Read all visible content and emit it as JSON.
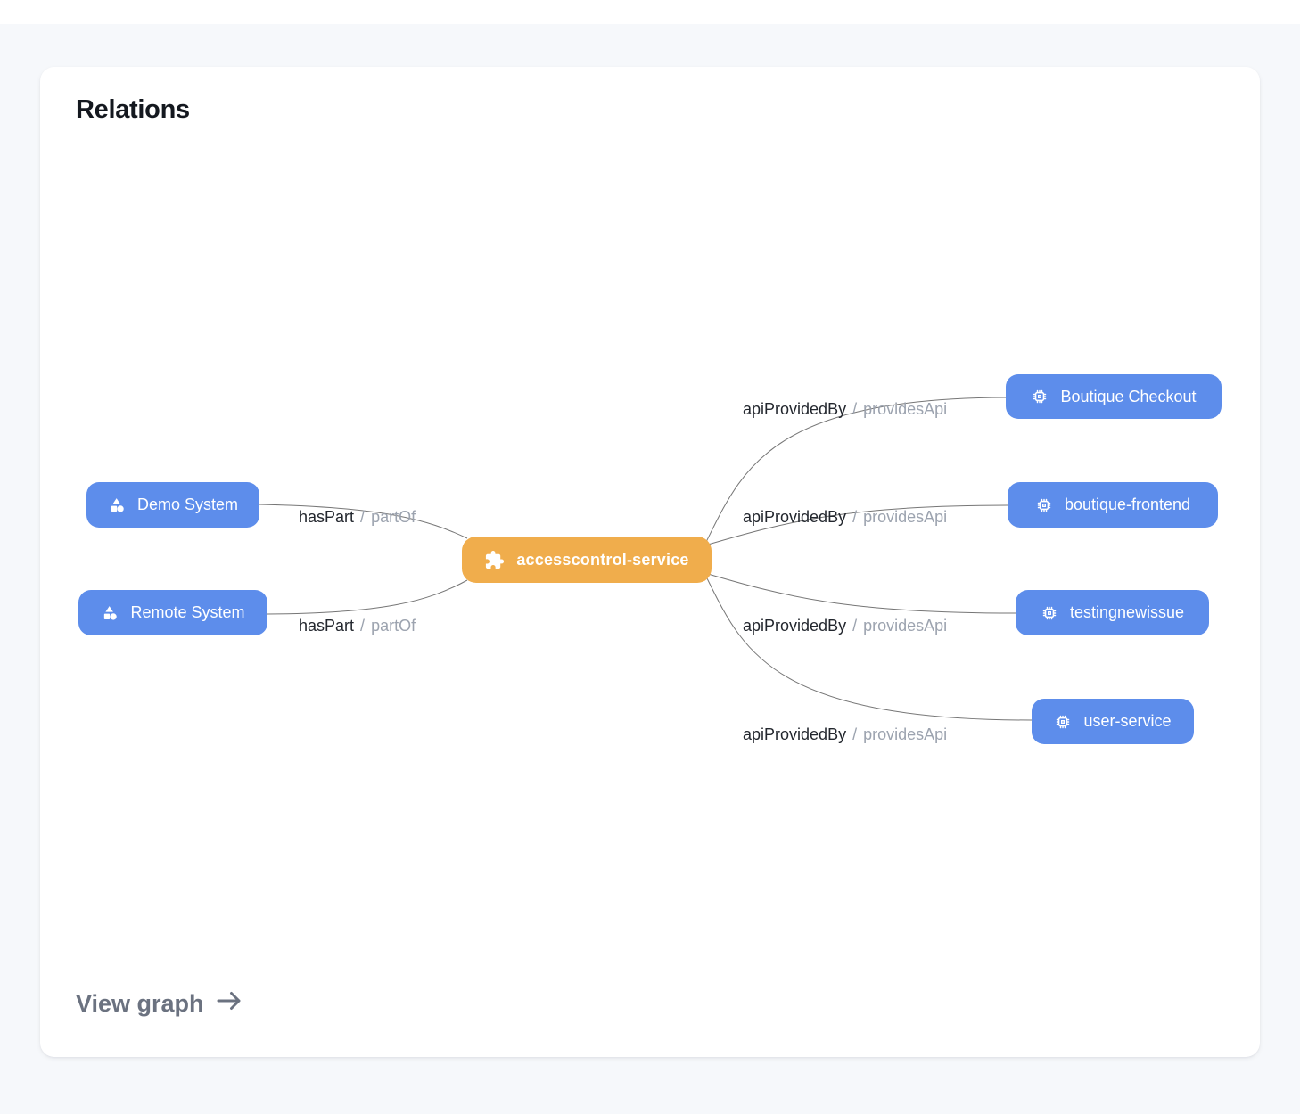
{
  "card": {
    "title": "Relations",
    "view_graph_label": "View graph"
  },
  "colors": {
    "page_background": "#f6f8fb",
    "card_background": "#ffffff",
    "central_node": "#f0ad4c",
    "related_node": "#5d8deb",
    "edge_line": "#767676",
    "relation_text": "#23272e",
    "inverse_text": "#9ca3af",
    "view_graph_text": "#6b7280"
  },
  "graph": {
    "central_node": {
      "label": "accesscontrol-service",
      "icon": "puzzle-icon"
    },
    "separator": "/",
    "left_nodes": [
      {
        "label": "Demo System",
        "icon": "shapes-icon",
        "relation": "hasPart",
        "inverse": "partOf"
      },
      {
        "label": "Remote System",
        "icon": "shapes-icon",
        "relation": "hasPart",
        "inverse": "partOf"
      }
    ],
    "right_nodes": [
      {
        "label": "Boutique Checkout",
        "icon": "chip-icon",
        "relation": "apiProvidedBy",
        "inverse": "providesApi"
      },
      {
        "label": "boutique-frontend",
        "icon": "chip-icon",
        "relation": "apiProvidedBy",
        "inverse": "providesApi"
      },
      {
        "label": "testingnewissue",
        "icon": "chip-icon",
        "relation": "apiProvidedBy",
        "inverse": "providesApi"
      },
      {
        "label": "user-service",
        "icon": "chip-icon",
        "relation": "apiProvidedBy",
        "inverse": "providesApi"
      }
    ]
  }
}
